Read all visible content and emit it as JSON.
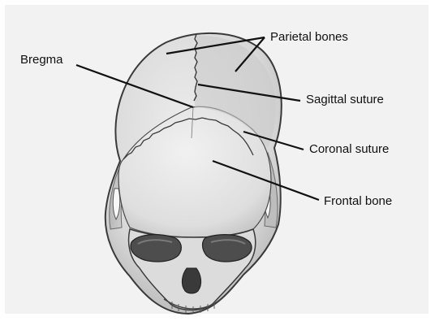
{
  "labels": {
    "parietal": "Parietal bones",
    "bregma": "Bregma",
    "sagittal": "Sagittal suture",
    "coronal": "Coronal suture",
    "frontal": "Frontal bone"
  },
  "colors": {
    "background": "#f2f2f2",
    "bone_light": "#e3e3e3",
    "bone_mid": "#cfcfcf",
    "bone_shadow": "#9a9a9a",
    "outline": "#3a3a3a",
    "leader_line": "#111111"
  }
}
